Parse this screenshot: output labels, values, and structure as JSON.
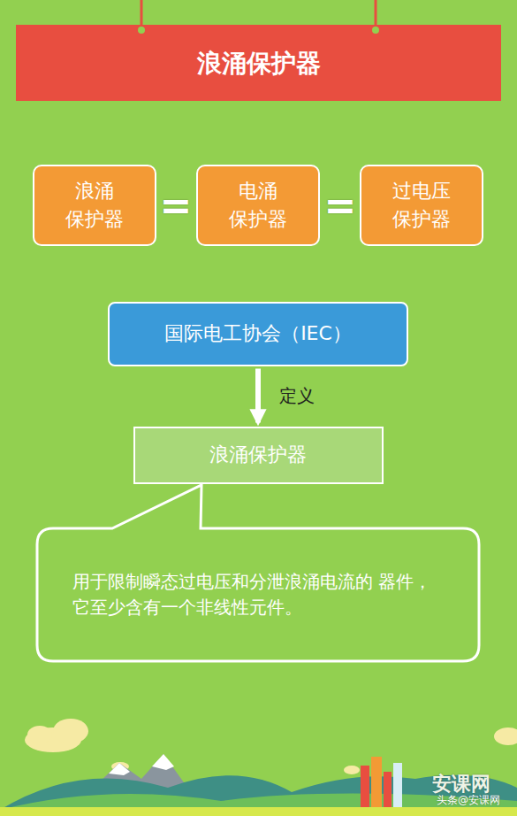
{
  "diagram": {
    "title": "浪涌保护器",
    "nodes": [
      {
        "text": [
          "浪涌 保护器"
        ]
      },
      {
        "text": [
          "电涌 保护器"
        ]
      },
      {
        "text": [
          "过电压 保护器"
        ]
      },
      {
        "text": [
          "国际电工协会（IEC）"
        ]
      },
      {
        "text": [
          "浪涌保护器"
        ]
      },
      {
        "text": [
          "用于限制瞬态过电压和分泄浪涌电流的 器件，它至少含有一个非线性元件。"
        ]
      }
    ],
    "edges": [
      {
        "from": 3,
        "to": 4,
        "arrow": "to",
        "label": "定义"
      }
    ],
    "labels": [
      "=",
      "=",
      "安课网",
      "头条@安课网"
    ]
  }
}
